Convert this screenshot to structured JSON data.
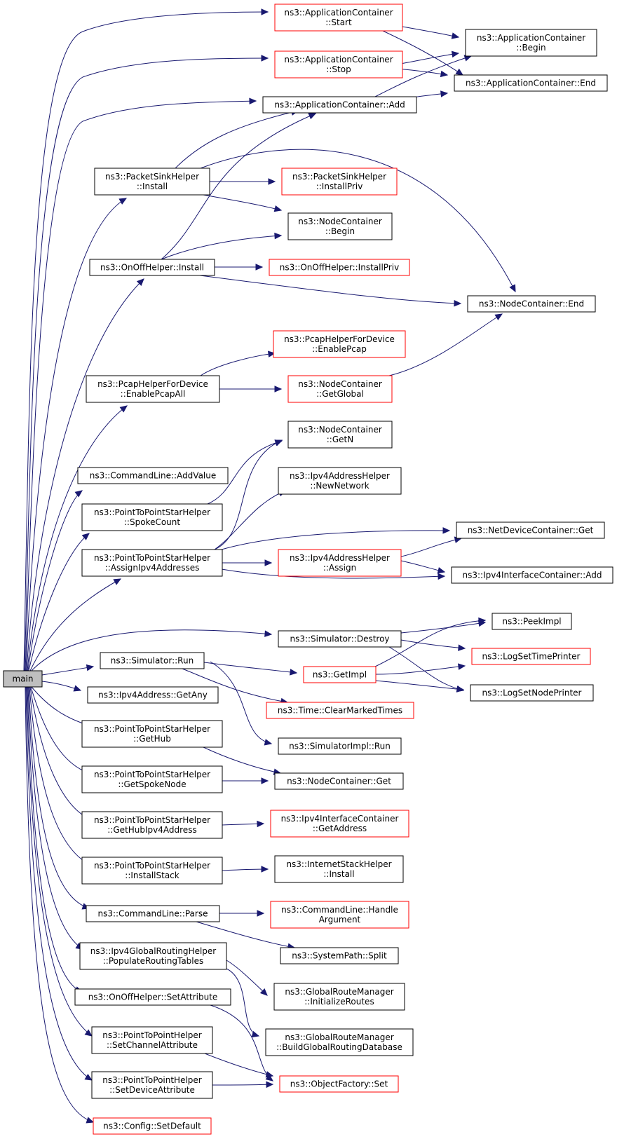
{
  "diagram": {
    "nodes": [
      {
        "id": "main",
        "lines": [
          "main"
        ],
        "style": "root"
      },
      {
        "id": "app_start",
        "lines": [
          "ns3::ApplicationContainer",
          "::Start"
        ],
        "style": "red"
      },
      {
        "id": "app_stop",
        "lines": [
          "ns3::ApplicationContainer",
          "::Stop"
        ],
        "style": "red"
      },
      {
        "id": "app_add",
        "lines": [
          "ns3::ApplicationContainer::Add"
        ],
        "style": "black"
      },
      {
        "id": "app_begin",
        "lines": [
          "ns3::ApplicationContainer",
          "::Begin"
        ],
        "style": "black"
      },
      {
        "id": "app_end",
        "lines": [
          "ns3::ApplicationContainer::End"
        ],
        "style": "black"
      },
      {
        "id": "psh_install",
        "lines": [
          "ns3::PacketSinkHelper",
          "::Install"
        ],
        "style": "black"
      },
      {
        "id": "psh_installpriv",
        "lines": [
          "ns3::PacketSinkHelper",
          "::InstallPriv"
        ],
        "style": "red"
      },
      {
        "id": "nc_begin",
        "lines": [
          "ns3::NodeContainer",
          "::Begin"
        ],
        "style": "black"
      },
      {
        "id": "ooh_install",
        "lines": [
          "ns3::OnOffHelper::Install"
        ],
        "style": "black"
      },
      {
        "id": "ooh_installpriv",
        "lines": [
          "ns3::OnOffHelper::InstallPriv"
        ],
        "style": "red"
      },
      {
        "id": "nc_end",
        "lines": [
          "ns3::NodeContainer::End"
        ],
        "style": "black"
      },
      {
        "id": "phfd_enablepcap",
        "lines": [
          "ns3::PcapHelperForDevice",
          "::EnablePcap"
        ],
        "style": "red"
      },
      {
        "id": "phfd_enablepcapall",
        "lines": [
          "ns3::PcapHelperForDevice",
          "::EnablePcapAll"
        ],
        "style": "black"
      },
      {
        "id": "nc_getglobal",
        "lines": [
          "ns3::NodeContainer",
          "::GetGlobal"
        ],
        "style": "red"
      },
      {
        "id": "nc_getn",
        "lines": [
          "ns3::NodeContainer",
          "::GetN"
        ],
        "style": "black"
      },
      {
        "id": "cl_addvalue",
        "lines": [
          "ns3::CommandLine::AddValue"
        ],
        "style": "black"
      },
      {
        "id": "ipv4ah_newnetwork",
        "lines": [
          "ns3::Ipv4AddressHelper",
          "::NewNetwork"
        ],
        "style": "black"
      },
      {
        "id": "ptpsh_spokecount",
        "lines": [
          "ns3::PointToPointStarHelper",
          "::SpokeCount"
        ],
        "style": "black"
      },
      {
        "id": "ndc_get",
        "lines": [
          "ns3::NetDeviceContainer::Get"
        ],
        "style": "black"
      },
      {
        "id": "ptpsh_assignipv4",
        "lines": [
          "ns3::PointToPointStarHelper",
          "::AssignIpv4Addresses"
        ],
        "style": "black"
      },
      {
        "id": "ipv4ah_assign",
        "lines": [
          "ns3::Ipv4AddressHelper",
          "::Assign"
        ],
        "style": "red"
      },
      {
        "id": "ipv4ic_add",
        "lines": [
          "ns3::Ipv4InterfaceContainer::Add"
        ],
        "style": "black"
      },
      {
        "id": "sim_destroy",
        "lines": [
          "ns3::Simulator::Destroy"
        ],
        "style": "black"
      },
      {
        "id": "peekimpl",
        "lines": [
          "ns3::PeekImpl"
        ],
        "style": "black"
      },
      {
        "id": "sim_run",
        "lines": [
          "ns3::Simulator::Run"
        ],
        "style": "black"
      },
      {
        "id": "getimpl",
        "lines": [
          "ns3::GetImpl"
        ],
        "style": "red"
      },
      {
        "id": "logsettimeprinter",
        "lines": [
          "ns3::LogSetTimePrinter"
        ],
        "style": "red"
      },
      {
        "id": "logsetnodeprinter",
        "lines": [
          "ns3::LogSetNodePrinter"
        ],
        "style": "black"
      },
      {
        "id": "ipv4a_getany",
        "lines": [
          "ns3::Ipv4Address::GetAny"
        ],
        "style": "black"
      },
      {
        "id": "time_clearmarked",
        "lines": [
          "ns3::Time::ClearMarkedTimes"
        ],
        "style": "red"
      },
      {
        "id": "ptpsh_gethub",
        "lines": [
          "ns3::PointToPointStarHelper",
          "::GetHub"
        ],
        "style": "black"
      },
      {
        "id": "simimpl_run",
        "lines": [
          "ns3::SimulatorImpl::Run"
        ],
        "style": "black"
      },
      {
        "id": "ptpsh_getspokenode",
        "lines": [
          "ns3::PointToPointStarHelper",
          "::GetSpokeNode"
        ],
        "style": "black"
      },
      {
        "id": "nc_get",
        "lines": [
          "ns3::NodeContainer::Get"
        ],
        "style": "black"
      },
      {
        "id": "ptpsh_gethubipv4",
        "lines": [
          "ns3::PointToPointStarHelper",
          "::GetHubIpv4Address"
        ],
        "style": "black"
      },
      {
        "id": "ipv4ic_getaddress",
        "lines": [
          "ns3::Ipv4InterfaceContainer",
          "::GetAddress"
        ],
        "style": "red"
      },
      {
        "id": "ptpsh_installstack",
        "lines": [
          "ns3::PointToPointStarHelper",
          "::InstallStack"
        ],
        "style": "black"
      },
      {
        "id": "ish_install",
        "lines": [
          "ns3::InternetStackHelper",
          "::Install"
        ],
        "style": "black"
      },
      {
        "id": "cl_parse",
        "lines": [
          "ns3::CommandLine::Parse"
        ],
        "style": "black"
      },
      {
        "id": "cl_handlearg",
        "lines": [
          "ns3::CommandLine::Handle",
          "Argument"
        ],
        "style": "red"
      },
      {
        "id": "sp_split",
        "lines": [
          "ns3::SystemPath::Split"
        ],
        "style": "black"
      },
      {
        "id": "ipv4grh_populate",
        "lines": [
          "ns3::Ipv4GlobalRoutingHelper",
          "::PopulateRoutingTables"
        ],
        "style": "black"
      },
      {
        "id": "grm_initroutes",
        "lines": [
          "ns3::GlobalRouteManager",
          "::InitializeRoutes"
        ],
        "style": "black"
      },
      {
        "id": "ooh_setattr",
        "lines": [
          "ns3::OnOffHelper::SetAttribute"
        ],
        "style": "black"
      },
      {
        "id": "grm_buildglobal",
        "lines": [
          "ns3::GlobalRouteManager",
          "::BuildGlobalRoutingDatabase"
        ],
        "style": "black"
      },
      {
        "id": "ptph_setchannelattr",
        "lines": [
          "ns3::PointToPointHelper",
          "::SetChannelAttribute"
        ],
        "style": "black"
      },
      {
        "id": "of_set",
        "lines": [
          "ns3::ObjectFactory::Set"
        ],
        "style": "red"
      },
      {
        "id": "ptph_setdeviceattr",
        "lines": [
          "ns3::PointToPointHelper",
          "::SetDeviceAttribute"
        ],
        "style": "black"
      },
      {
        "id": "config_setdefault",
        "lines": [
          "ns3::Config::SetDefault"
        ],
        "style": "red"
      }
    ]
  }
}
